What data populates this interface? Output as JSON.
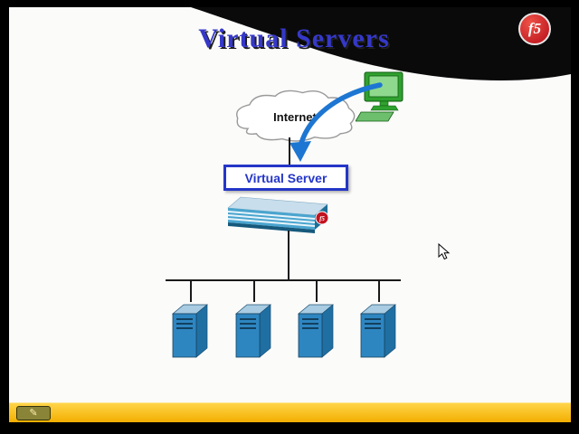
{
  "slide": {
    "title": "Virtual Servers",
    "logo_text": "f5",
    "diagram": {
      "internet_label": "Internet",
      "virtual_server_label": "Virtual Server",
      "device_logo_text": "f5",
      "server_count": 4
    }
  },
  "toolbar": {
    "pen_glyph": "✎"
  },
  "colors": {
    "title_blue": "#3538c8",
    "logo_red": "#ce1126",
    "box_border_blue": "#2436c7",
    "arrow_blue": "#1d76d2",
    "server_blue": "#2e86c1",
    "bar_yellow": "#f7b500"
  }
}
